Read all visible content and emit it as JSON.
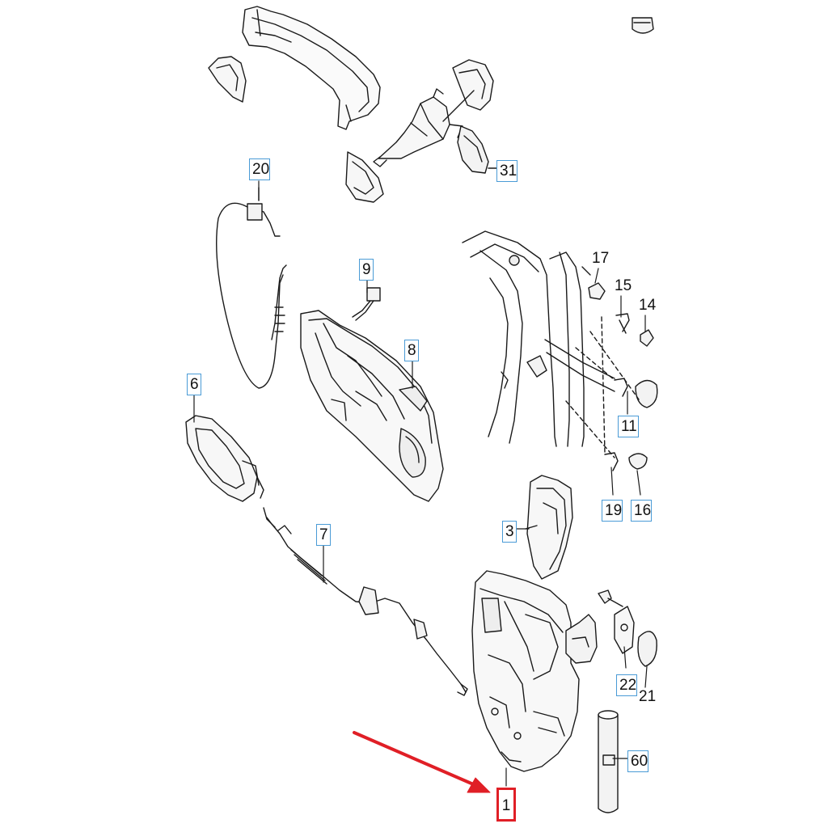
{
  "diagram": {
    "highlight_color": "#e01f26",
    "callout_border_color": "#4a9bd6",
    "line_color": "#1a1a1a",
    "callouts": {
      "p1": "1",
      "p3": "3",
      "p6": "6",
      "p7": "7",
      "p8": "8",
      "p9": "9",
      "p11": "11",
      "p16": "16",
      "p19": "19",
      "p20": "20",
      "p22": "22",
      "p31": "31",
      "p60": "60"
    },
    "labels": {
      "p14": "14",
      "p15": "15",
      "p17": "17",
      "p21": "21"
    },
    "highlighted_part": "1"
  }
}
